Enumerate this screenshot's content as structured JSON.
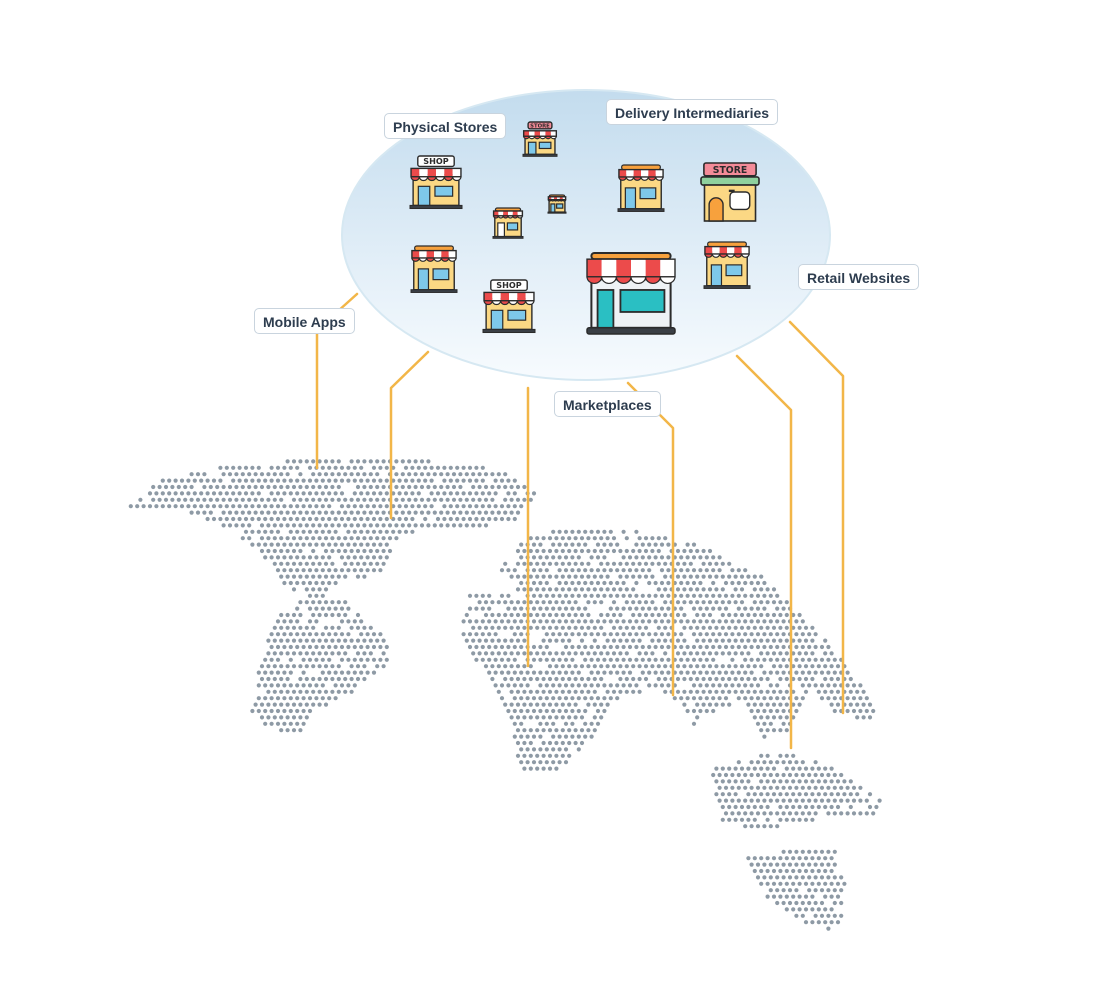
{
  "labels": {
    "physical_stores": "Physical Stores",
    "delivery_intermediaries": "Delivery Intermediaries",
    "retail_websites": "Retail Websites",
    "mobile_apps": "Mobile Apps",
    "marketplaces": "Marketplaces"
  },
  "shop_signs": {
    "shop": "SHOP",
    "store": "STORE"
  },
  "colors": {
    "connector": "#f2b648",
    "map_dot": "#8e9aa5",
    "bubble_top": "#c3dcee",
    "bubble_bottom": "#f4f9fd",
    "bubble_edge": "#cfe4f0",
    "awning_red": "#ec4b4b",
    "awning_white": "#ffffff",
    "wall": "#fbd884",
    "window": "#7ec8ea",
    "store_sign": "#f48b98",
    "roof_orange": "#f7a13d",
    "outline": "#2b2b2b",
    "teal": "#2abfc3",
    "green": "#8fd19e"
  },
  "icons": [
    "shop-icon",
    "store-icon",
    "storefront-icon",
    "world-map-icon"
  ]
}
